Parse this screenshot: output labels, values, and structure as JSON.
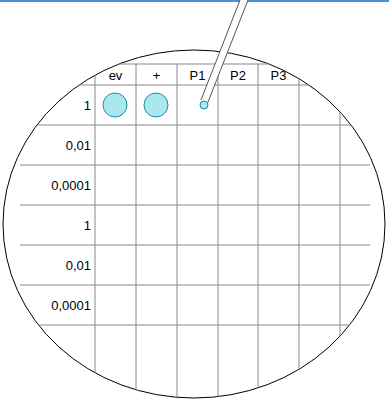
{
  "diagram": {
    "labels": [
      "ev",
      "+",
      "P1",
      "P2",
      "P3",
      "1",
      "0,01",
      "0,0001",
      "1",
      "0,01",
      "0,0001"
    ]
  }
}
